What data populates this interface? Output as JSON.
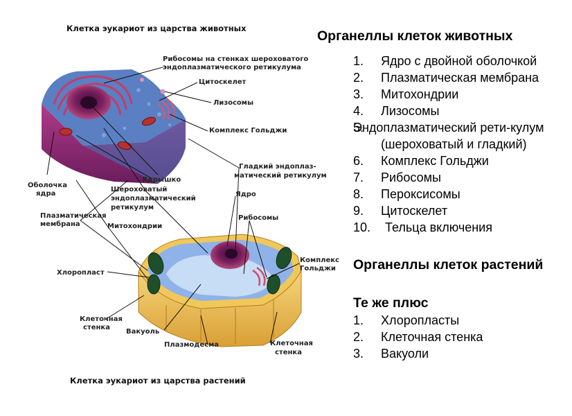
{
  "diagram": {
    "title_animal": "Клетка эукариот из царства животных",
    "title_plant": "Клетка эукариот из царства растений",
    "labels": {
      "ribosomes_rough_er_1": "Рибосомы на стенках шероховатого",
      "ribosomes_rough_er_2": "эндоплазматического ретикулума",
      "cytoskeleton": "Цитоскелет",
      "lysosomes": "Лизосомы",
      "golgi_complex_animal": "Комплекс Гольджи",
      "nuclear_envelope_1": "Оболочка",
      "nuclear_envelope_2": "ядра",
      "nucleolus": "Ядрышко",
      "smooth_er_1": "Гладкий эндоплаз-",
      "smooth_er_2": "матический ретикулум",
      "rough_er_1": "Шероховатый",
      "rough_er_2": "эндоплазматический",
      "rough_er_3": "ретикулум",
      "nucleus": "Ядро",
      "plasma_membrane_1": "Плазматическая",
      "plasma_membrane_2": "мембрана",
      "mitochondria": "Митохондрии",
      "ribosomes": "Рибосомы",
      "golgi_complex_plant_1": "Комплекс",
      "golgi_complex_plant_2": "Гольджи",
      "chloroplast": "Хлоропласт",
      "cell_wall_left_1": "Клеточная",
      "cell_wall_left_2": "стенка",
      "vacuole": "Вакуоль",
      "plasmodesma": "Плазмодесма",
      "cell_wall_right_1": "Клеточная",
      "cell_wall_right_2": "стенка"
    }
  },
  "animal_section": {
    "heading": "Органеллы клеток животных",
    "items": [
      {
        "num": "1.",
        "text": "Ядро с двойной оболочкой"
      },
      {
        "num": "2.",
        "text": "Плазматическая мембрана"
      },
      {
        "num": "3.",
        "text": "Митохондрии"
      },
      {
        "num": "4.",
        "text": "Лизосомы"
      },
      {
        "num": "5.",
        "text": "Эндоплазматический рети-кулум (шероховатый и гладкий)"
      },
      {
        "num": "6.",
        "text": "Комплекс Гольджи"
      },
      {
        "num": "7.",
        "text": "Рибосомы"
      },
      {
        "num": "8.",
        "text": "Пероксисомы"
      },
      {
        "num": "9.",
        "text": "Цитоскелет"
      },
      {
        "num": "10.",
        "text": "Тельца включения"
      }
    ]
  },
  "plant_section": {
    "heading": "Органеллы клеток растений",
    "subheading": "Те же плюс",
    "items": [
      {
        "num": "1.",
        "text": "Хлоропласты"
      },
      {
        "num": "2.",
        "text": "Клеточная стенка"
      },
      {
        "num": "3.",
        "text": "Вакуоли"
      }
    ]
  }
}
